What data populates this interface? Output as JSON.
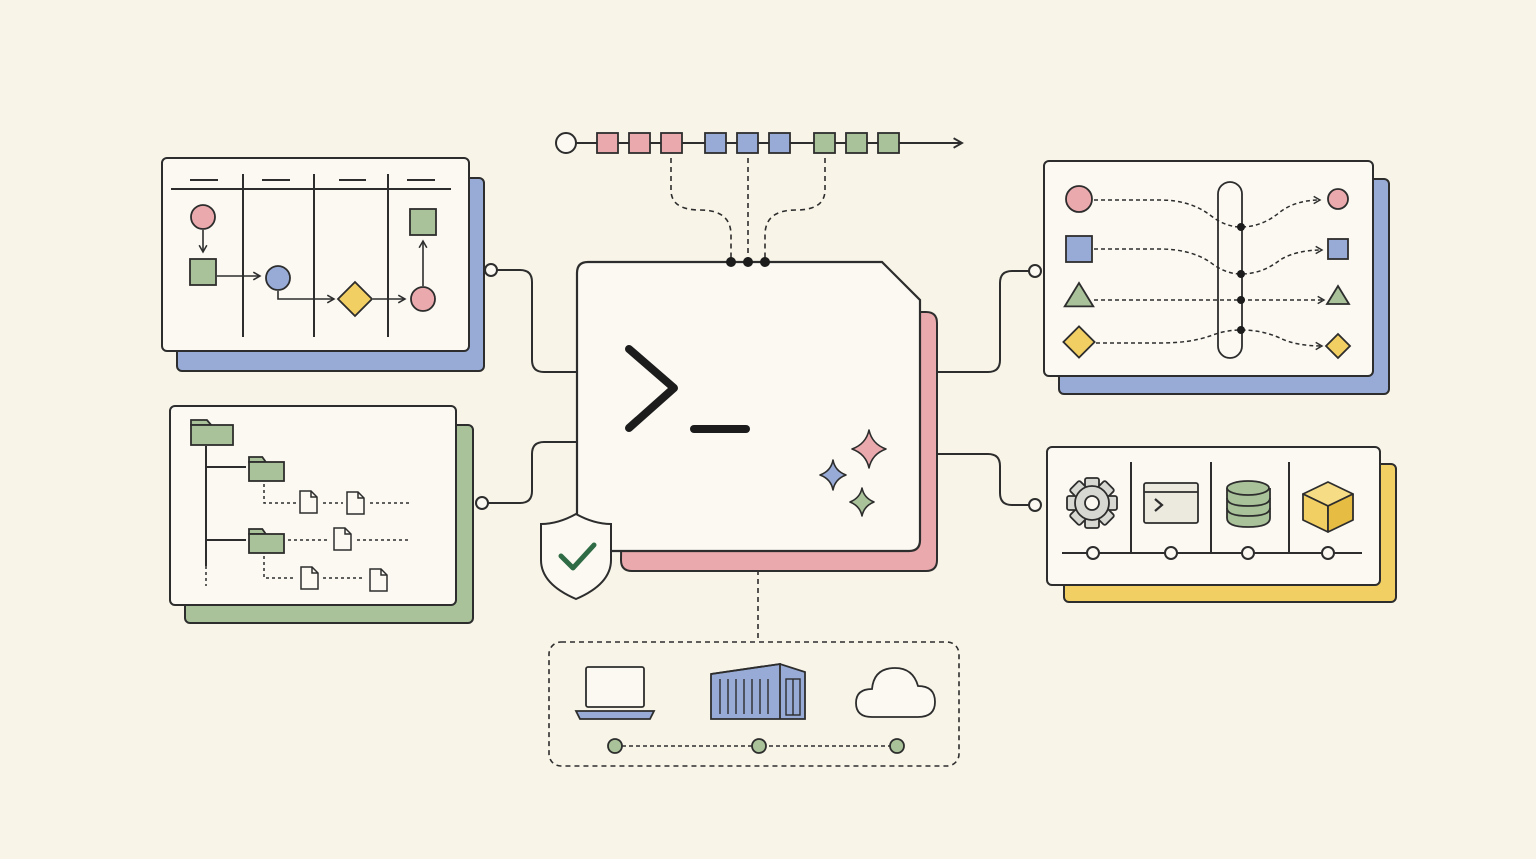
{
  "colors": {
    "background": "#f8f4e8",
    "panel": "#fbf9f2",
    "ink": "#2d2d2d",
    "pink": "#eaa9ac",
    "blue": "#97abd6",
    "green": "#a9c29a",
    "yellow": "#f2cf63",
    "check": "#2f6b45"
  },
  "icons": {
    "terminal": "terminal-prompt-icon",
    "sparkles": "sparkles-icon",
    "shield": "shield-check-icon",
    "gear": "gear-icon",
    "console": "console-window-icon",
    "database": "database-icon",
    "package": "package-box-icon",
    "laptop": "laptop-icon",
    "container": "shipping-container-icon",
    "cloud": "cloud-icon",
    "folder": "folder-icon",
    "file": "file-icon"
  },
  "pipeline": {
    "stages": [
      {
        "color": "pink",
        "count": 3
      },
      {
        "color": "blue",
        "count": 3
      },
      {
        "color": "green",
        "count": 3
      }
    ]
  },
  "workflow_board": {
    "columns": 4
  },
  "routing_panel": {
    "rows": [
      {
        "shape": "circle",
        "color": "pink"
      },
      {
        "shape": "square",
        "color": "blue"
      },
      {
        "shape": "triangle",
        "color": "green"
      },
      {
        "shape": "diamond",
        "color": "yellow"
      }
    ]
  },
  "tools_panel": {
    "tools": [
      "gear",
      "console",
      "database",
      "package"
    ]
  },
  "deploy_targets": {
    "targets": [
      "laptop",
      "container",
      "cloud"
    ]
  }
}
